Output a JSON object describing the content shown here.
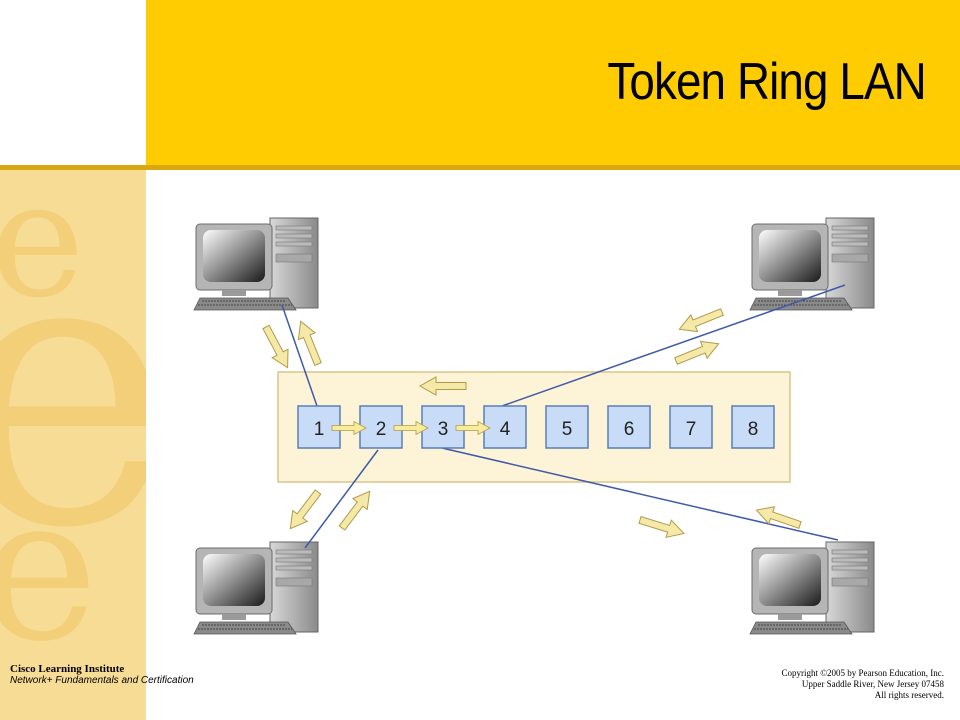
{
  "slide": {
    "title": "Token Ring LAN",
    "accent_color": "#fecc01",
    "side_band_color": "#f7dc96"
  },
  "diagram": {
    "device": "multistation access unit",
    "ports": [
      "1",
      "2",
      "3",
      "4",
      "5",
      "6",
      "7",
      "8"
    ],
    "port_fill": "#c9dcf7",
    "port_border": "#5a7fb5",
    "cable_color": "#3f5aa8",
    "arrow_color": "#f5e9a8",
    "computers": [
      {
        "position": "top-left",
        "connected_port": "1"
      },
      {
        "position": "bottom-left",
        "connected_port": "2"
      },
      {
        "position": "bottom-right",
        "connected_port": "3"
      },
      {
        "position": "top-right",
        "connected_port": "4"
      }
    ]
  },
  "footer": {
    "institution": "Cisco Learning Institute",
    "course": "Network+ Fundamentals and Certification",
    "copyright_lines": [
      "Copyright ©2005 by Pearson Education, Inc.",
      "Upper Saddle River, New Jersey 07458",
      "All rights reserved."
    ]
  }
}
